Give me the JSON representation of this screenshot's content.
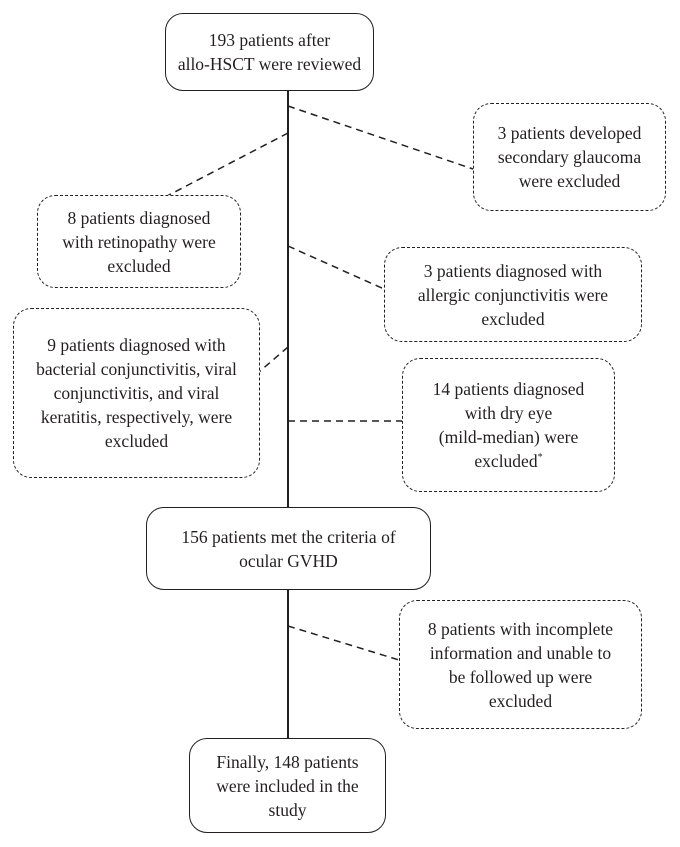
{
  "flowchart": {
    "nodes": [
      {
        "id": "start",
        "text": "193 patients after allo-HSCT were reviewed",
        "lines": [
          "193 patients after",
          "allo-HSCT were reviewed"
        ]
      },
      {
        "id": "excl_glaucoma",
        "text": "3 patients developed secondary glaucoma were excluded",
        "lines": [
          "3 patients developed",
          "secondary glaucoma",
          "were excluded"
        ]
      },
      {
        "id": "excl_retinopathy",
        "text": "8 patients diagnosed with retinopathy were excluded",
        "lines": [
          "8 patients diagnosed",
          "with retinopathy were",
          "excluded"
        ]
      },
      {
        "id": "excl_allergic",
        "text": "3 patients diagnosed with allergic conjunctivitis were excluded",
        "lines": [
          "3 patients diagnosed with",
          "allergic conjunctivitis were",
          "excluded"
        ]
      },
      {
        "id": "excl_infection",
        "text": "9 patients diagnosed with bacterial conjunctivitis, viral conjunctivitis, and viral keratitis, respectively, were excluded",
        "lines": [
          "9 patients diagnosed with",
          "bacterial conjunctivitis, viral",
          "conjunctivitis, and viral",
          "keratitis, respectively, were",
          "excluded"
        ]
      },
      {
        "id": "excl_dryeye",
        "text": "14 patients diagnosed with dry eye (mild-median) were excluded*",
        "lines": [
          "14 patients diagnosed",
          "with dry eye",
          "(mild-median) were",
          "excluded"
        ],
        "footnote_mark": "*"
      },
      {
        "id": "met_criteria",
        "text": "156 patients met the criteria of ocular GVHD",
        "lines": [
          "156 patients met the criteria of",
          "ocular GVHD"
        ]
      },
      {
        "id": "excl_incomplete",
        "text": "8 patients with incomplete information and unable to be followed up were excluded",
        "lines": [
          "8 patients with incomplete",
          "information and unable to",
          "be followed up were",
          "excluded"
        ]
      },
      {
        "id": "final",
        "text": "Finally, 148 patients were included in the study",
        "lines": [
          "Finally, 148 patients",
          "were included in the",
          "study"
        ]
      }
    ],
    "edges": [
      {
        "from": "start",
        "to": "met_criteria",
        "style": "solid"
      },
      {
        "from": "met_criteria",
        "to": "final",
        "style": "solid"
      },
      {
        "from": "start",
        "to": "excl_glaucoma",
        "style": "dashed"
      },
      {
        "from": "start",
        "to": "excl_retinopathy",
        "style": "dashed"
      },
      {
        "from": "start",
        "to": "excl_allergic",
        "style": "dashed"
      },
      {
        "from": "start",
        "to": "excl_infection",
        "style": "dashed"
      },
      {
        "from": "start",
        "to": "excl_dryeye",
        "style": "dashed"
      },
      {
        "from": "met_criteria",
        "to": "excl_incomplete",
        "style": "dashed"
      }
    ]
  }
}
